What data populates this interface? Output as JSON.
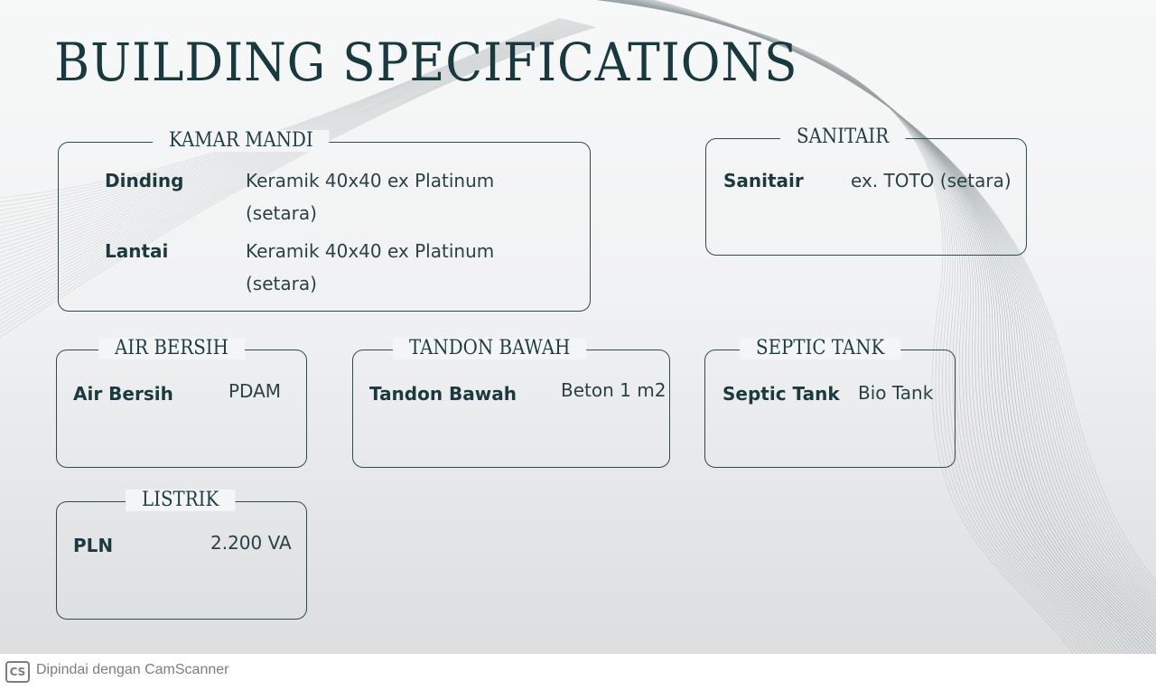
{
  "title": "BUILDING SPECIFICATIONS",
  "sections": {
    "kamar_mandi": {
      "heading": "KAMAR MANDI",
      "rows": [
        {
          "label": "Dinding",
          "value": "Keramik 40x40 ex Platinum (setara)"
        },
        {
          "label": "Lantai",
          "value": "Keramik 40x40 ex Platinum (setara)"
        }
      ]
    },
    "sanitair": {
      "heading": "SANITAIR",
      "rows": [
        {
          "label": "Sanitair",
          "value": "ex. TOTO (setara)"
        }
      ]
    },
    "air_bersih": {
      "heading": "AIR BERSIH",
      "rows": [
        {
          "label": "Air Bersih",
          "value": "PDAM"
        }
      ]
    },
    "tandon_bawah": {
      "heading": "TANDON BAWAH",
      "rows": [
        {
          "label": "Tandon Bawah",
          "value": "Beton 1 m2"
        }
      ]
    },
    "septic_tank": {
      "heading": "SEPTIC TANK",
      "rows": [
        {
          "label": "Septic Tank",
          "value": "Bio Tank"
        }
      ]
    },
    "listrik": {
      "heading": "LISTRIK",
      "rows": [
        {
          "label": "PLN",
          "value": "2.200 VA"
        }
      ]
    }
  },
  "footer": {
    "logo_text": "CS",
    "scanner_text": "Dipindai dengan CamScanner"
  },
  "colors": {
    "heading": "#18393e",
    "border": "#2e4c50",
    "wave_lines": "#9aa3a6",
    "footer_text": "#7d7d7d"
  }
}
